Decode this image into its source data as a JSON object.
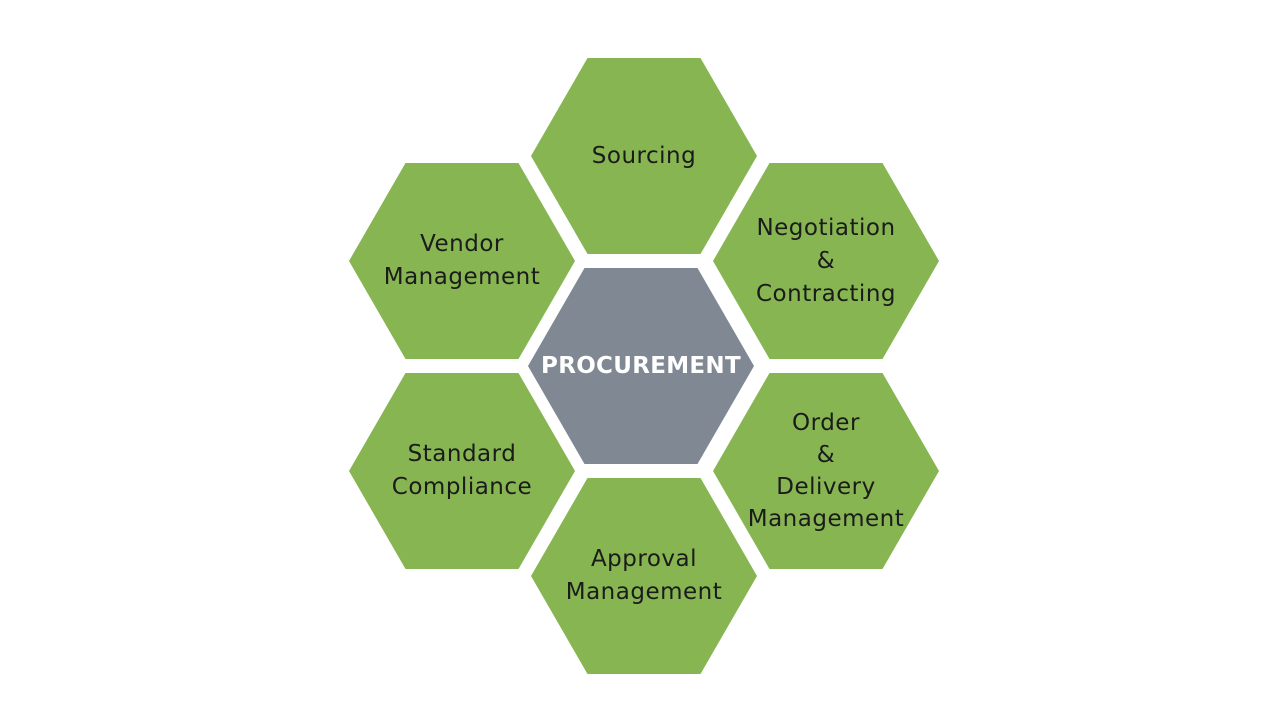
{
  "diagram": {
    "center": {
      "lines": [
        "PROCUREMENT"
      ],
      "color": "#7f8893"
    },
    "segment_color": "#86b551",
    "segments": [
      {
        "id": "sourcing",
        "lines": [
          "Sourcing"
        ]
      },
      {
        "id": "negotiation",
        "lines": [
          "Negotiation",
          "&",
          "Contracting"
        ]
      },
      {
        "id": "order",
        "lines": [
          "Order",
          "&",
          "Delivery",
          "Management"
        ]
      },
      {
        "id": "approval",
        "lines": [
          "Approval",
          "Management"
        ]
      },
      {
        "id": "standard",
        "lines": [
          "Standard",
          "Compliance"
        ]
      },
      {
        "id": "vendor",
        "lines": [
          "Vendor",
          "Management"
        ]
      }
    ]
  }
}
